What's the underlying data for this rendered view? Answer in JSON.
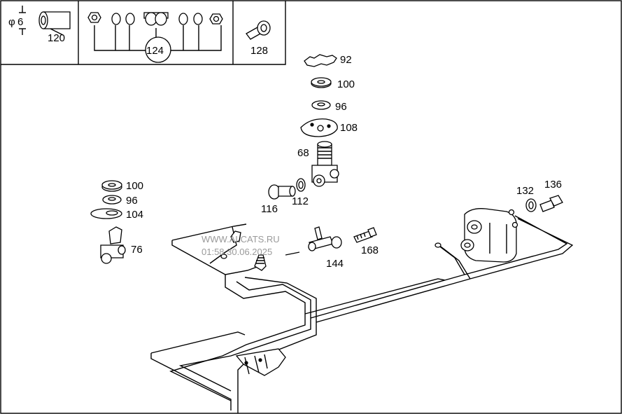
{
  "inset": {
    "diameter_symbol": "φ",
    "diameter_value": "6",
    "part_120": "120",
    "part_124": "124",
    "part_128": "128"
  },
  "labels": {
    "p92": "92",
    "p100_top": "100",
    "p96_top": "96",
    "p108": "108",
    "p68": "68",
    "p116": "116",
    "p112": "112",
    "p100_left": "100",
    "p96_left": "96",
    "p104": "104",
    "p76": "76",
    "p144": "144",
    "p168": "168",
    "p132": "132",
    "p136": "136"
  },
  "watermark": {
    "line1": "WWW.ALCATS.RU",
    "line2": "01:58 30.06.2025"
  }
}
